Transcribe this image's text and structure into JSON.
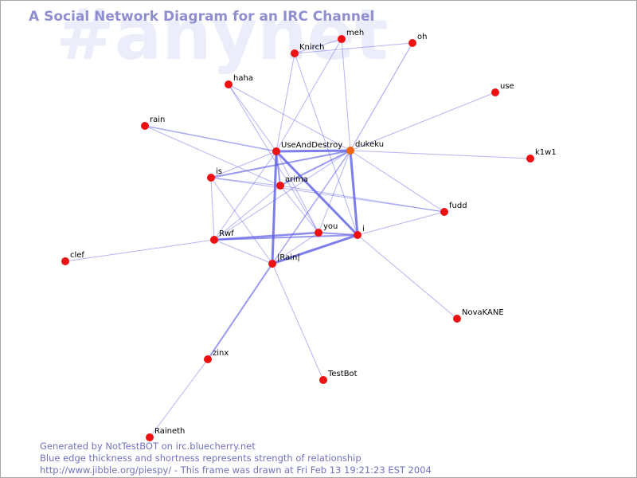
{
  "header": {
    "watermark": "#anynet",
    "title": "A Social Network Diagram for an IRC Channel"
  },
  "colors": {
    "edge": "#5a5ae6",
    "node": "#ee1111",
    "node_highlight": "#ee6611",
    "title": "#8f8fd0",
    "footer": "#7171bf",
    "watermark": "#ecedfb"
  },
  "graph": {
    "nodes": [
      {
        "id": "meh",
        "label": "meh"
      },
      {
        "id": "oh",
        "label": "oh"
      },
      {
        "id": "Knirch",
        "label": "Knirch"
      },
      {
        "id": "haha",
        "label": "haha"
      },
      {
        "id": "use",
        "label": "use"
      },
      {
        "id": "rain",
        "label": "rain"
      },
      {
        "id": "UseAndDestroy",
        "label": "UseAndDestroy"
      },
      {
        "id": "dukeku",
        "label": "dukeku",
        "highlight": true
      },
      {
        "id": "k1w1",
        "label": "k1w1"
      },
      {
        "id": "is",
        "label": "is"
      },
      {
        "id": "arima",
        "label": "arima"
      },
      {
        "id": "fudd",
        "label": "fudd"
      },
      {
        "id": "you",
        "label": "you"
      },
      {
        "id": "i",
        "label": "i"
      },
      {
        "id": "Rwf",
        "label": "Rwf"
      },
      {
        "id": "clef",
        "label": "clef"
      },
      {
        "id": "Rain",
        "label": "|Rain|"
      },
      {
        "id": "NovaKANE",
        "label": "NovaKANE"
      },
      {
        "id": "zinx",
        "label": "zinx"
      },
      {
        "id": "TestBot",
        "label": "TestBot"
      },
      {
        "id": "Raineth",
        "label": "Raineth"
      }
    ],
    "edges": [
      {
        "from": "UseAndDestroy",
        "to": "dukeku",
        "weight": 3
      },
      {
        "from": "UseAndDestroy",
        "to": "i",
        "weight": 3
      },
      {
        "from": "UseAndDestroy",
        "to": "Rain",
        "weight": 3
      },
      {
        "from": "dukeku",
        "to": "i",
        "weight": 3
      },
      {
        "from": "Rain",
        "to": "i",
        "weight": 3
      },
      {
        "from": "Rwf",
        "to": "you",
        "weight": 2.5
      },
      {
        "from": "Rain",
        "to": "zinx",
        "weight": 2
      },
      {
        "from": "arima",
        "to": "dukeku",
        "weight": 2
      },
      {
        "from": "is",
        "to": "dukeku",
        "weight": 2
      },
      {
        "from": "UseAndDestroy",
        "to": "arima",
        "weight": 2
      },
      {
        "from": "Rwf",
        "to": "i",
        "weight": 2
      },
      {
        "from": "you",
        "to": "i",
        "weight": 2
      },
      {
        "from": "Rain",
        "to": "dukeku",
        "weight": 1.5
      },
      {
        "from": "rain",
        "to": "UseAndDestroy",
        "weight": 1.5
      },
      {
        "from": "haha",
        "to": "dukeku",
        "weight": 1
      },
      {
        "from": "haha",
        "to": "UseAndDestroy",
        "weight": 1
      },
      {
        "from": "haha",
        "to": "you",
        "weight": 1
      },
      {
        "from": "meh",
        "to": "Knirch",
        "weight": 1
      },
      {
        "from": "meh",
        "to": "UseAndDestroy",
        "weight": 1
      },
      {
        "from": "meh",
        "to": "dukeku",
        "weight": 1
      },
      {
        "from": "oh",
        "to": "Knirch",
        "weight": 1
      },
      {
        "from": "oh",
        "to": "dukeku",
        "weight": 1.2
      },
      {
        "from": "Knirch",
        "to": "UseAndDestroy",
        "weight": 1
      },
      {
        "from": "Knirch",
        "to": "i",
        "weight": 1
      },
      {
        "from": "use",
        "to": "dukeku",
        "weight": 1
      },
      {
        "from": "k1w1",
        "to": "dukeku",
        "weight": 1
      },
      {
        "from": "rain",
        "to": "arima",
        "weight": 1
      },
      {
        "from": "is",
        "to": "UseAndDestroy",
        "weight": 1
      },
      {
        "from": "is",
        "to": "arima",
        "weight": 1
      },
      {
        "from": "is",
        "to": "Rwf",
        "weight": 1
      },
      {
        "from": "is",
        "to": "Rain",
        "weight": 1
      },
      {
        "from": "is",
        "to": "fudd",
        "weight": 1
      },
      {
        "from": "arima",
        "to": "fudd",
        "weight": 1
      },
      {
        "from": "arima",
        "to": "you",
        "weight": 1
      },
      {
        "from": "arima",
        "to": "Rwf",
        "weight": 1
      },
      {
        "from": "dukeku",
        "to": "fudd",
        "weight": 1
      },
      {
        "from": "dukeku",
        "to": "you",
        "weight": 1
      },
      {
        "from": "dukeku",
        "to": "Rwf",
        "weight": 1
      },
      {
        "from": "UseAndDestroy",
        "to": "you",
        "weight": 1
      },
      {
        "from": "UseAndDestroy",
        "to": "Rwf",
        "weight": 1
      },
      {
        "from": "i",
        "to": "fudd",
        "weight": 1
      },
      {
        "from": "i",
        "to": "NovaKANE",
        "weight": 1
      },
      {
        "from": "Rain",
        "to": "you",
        "weight": 1
      },
      {
        "from": "Rain",
        "to": "TestBot",
        "weight": 1
      },
      {
        "from": "Rwf",
        "to": "Rain",
        "weight": 1
      },
      {
        "from": "clef",
        "to": "Rwf",
        "weight": 1
      },
      {
        "from": "zinx",
        "to": "Raineth",
        "weight": 1
      }
    ]
  },
  "footer": {
    "line1": "Generated by NotTestBOT on irc.bluecherry.net",
    "line2": "Blue edge thickness and shortness represents strength of relationship",
    "line3": "http://www.jibble.org/piespy/ - This frame was drawn at Fri Feb 13 19:21:23 EST 2004"
  }
}
